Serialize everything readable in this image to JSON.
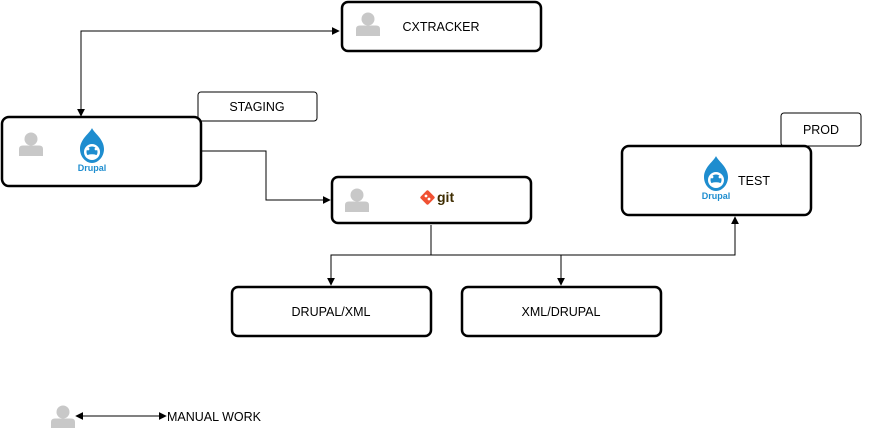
{
  "nodes": {
    "cxtracker": {
      "label": "CXTRACKER",
      "icon": "user-icon"
    },
    "staging_tag": {
      "label": "STAGING"
    },
    "staging": {
      "label": "",
      "icons": [
        "user-icon",
        "drupal-logo-icon"
      ],
      "logo_text": "Drupal"
    },
    "git": {
      "logo_text": "git",
      "icons": [
        "user-icon",
        "git-logo-icon"
      ]
    },
    "prod_tag": {
      "label": "PROD"
    },
    "test": {
      "label": "TEST",
      "icon": "drupal-logo-icon",
      "logo_text": "Drupal"
    },
    "drupal_xml": {
      "label": "DRUPAL/XML"
    },
    "xml_drupal": {
      "label": "XML/DRUPAL"
    }
  },
  "legend": {
    "label": "MANUAL WORK",
    "icon": "user-icon"
  },
  "colors": {
    "stroke": "#000000",
    "person": "#c8c8c8",
    "drupal": "#1e8dcf",
    "git": "#f05133"
  }
}
